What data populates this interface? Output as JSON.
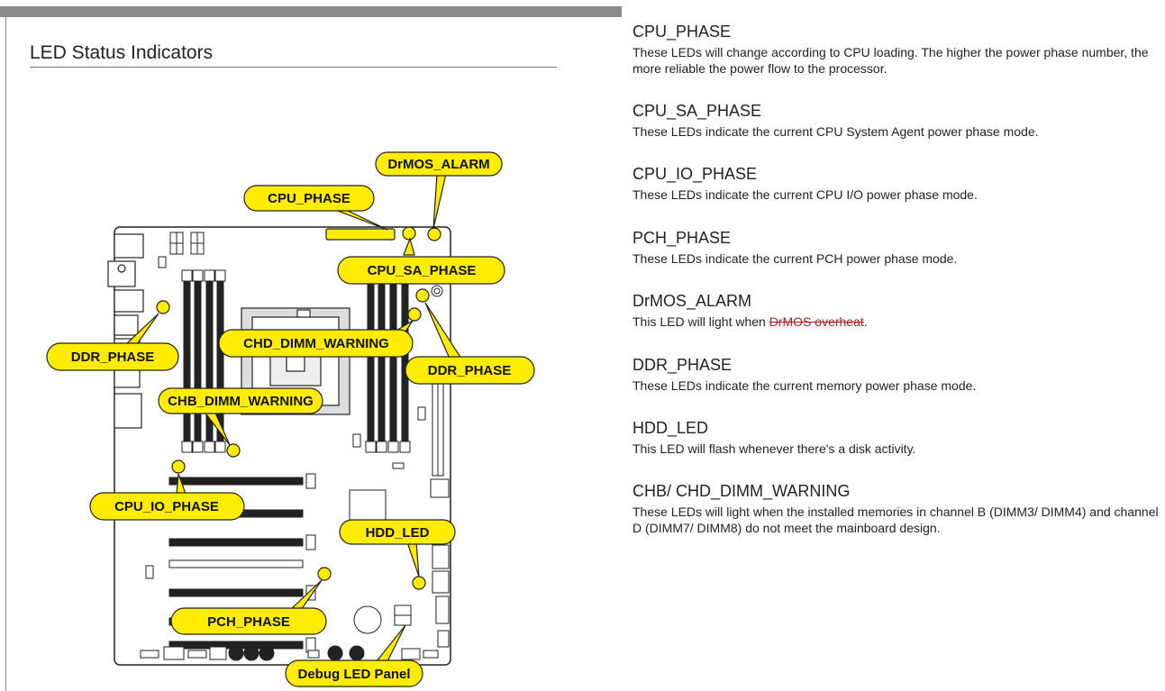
{
  "section_title": "LED Status Indicators",
  "callouts": {
    "drmos_alarm": "DrMOS_ALARM",
    "cpu_phase": "CPU_PHASE",
    "cpu_sa_phase": "CPU_SA_PHASE",
    "chd_dimm_warning": "CHD_DIMM_WARNING",
    "ddr_phase_left": "DDR_PHASE",
    "ddr_phase_right": "DDR_PHASE",
    "chb_dimm_warning": "CHB_DIMM_WARNING",
    "cpu_io_phase": "CPU_IO_PHASE",
    "hdd_led": "HDD_LED",
    "pch_phase": "PCH_PHASE",
    "debug_led_panel": "Debug LED Panel"
  },
  "colors": {
    "callout_fill": "#FFEC00",
    "accent_strike": "#B02020",
    "header_bar": "#8A8A8A"
  },
  "descriptions": [
    {
      "heading": "CPU_PHASE",
      "body": "These LEDs will change according to CPU loading. The higher the power phase number, the more reliable the power flow to the processor."
    },
    {
      "heading": "CPU_SA_PHASE",
      "body": "These LEDs indicate the current CPU System Agent power phase mode."
    },
    {
      "heading": "CPU_IO_PHASE",
      "body": "These LEDs indicate the current CPU I/O power phase mode."
    },
    {
      "heading": "PCH_PHASE",
      "body": "These LEDs indicate the current PCH power phase mode."
    },
    {
      "heading": "DrMOS_ALARM",
      "body_prefix": "This LED will light when ",
      "body_strike": "DrMOS overheat",
      "body_suffix": "."
    },
    {
      "heading": "DDR_PHASE",
      "body": "These LEDs indicate the current memory power phase mode."
    },
    {
      "heading": "HDD_LED",
      "body": "This LED will flash whenever there's a disk activity."
    },
    {
      "heading": "CHB/ CHD_DIMM_WARNING",
      "body": "These LEDs will light when the installed memories in channel B (DIMM3/ DIMM4) and channel D (DIMM7/ DIMM8) do not meet the mainboard design."
    }
  ]
}
